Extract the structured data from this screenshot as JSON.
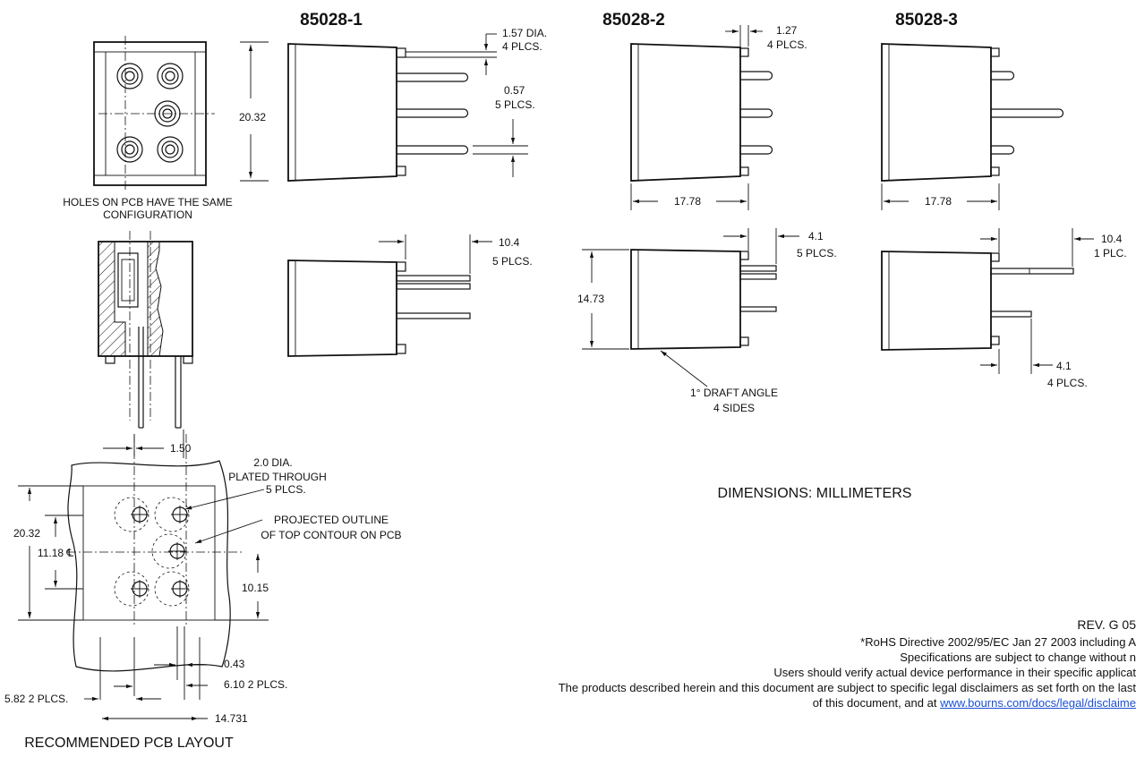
{
  "models": {
    "m1": "85028-1",
    "m2": "85028-2",
    "m3": "85028-3"
  },
  "dims": {
    "d_157": "1.57 DIA.",
    "d_157_plcs": "4 PLCS.",
    "d_127": "1.27",
    "d_127_plcs": "4 PLCS.",
    "d_057": "0.57",
    "d_057_plcs": "5 PLCS.",
    "d_2032": "20.32",
    "d_1778_a": "17.78",
    "d_1778_b": "17.78",
    "d_41_a": "4.1",
    "d_41_a_plcs": "5 PLCS.",
    "d_104_a": "10.4",
    "d_104_a_plcs": "5 PLCS.",
    "d_104_b": "10.4",
    "d_104_b_plcs": "1 PLC.",
    "d_1473": "14.73",
    "d_41_b": "4.1",
    "d_41_b_plcs": "4 PLCS.",
    "d_150": "1.50",
    "d_20dia": "2.0 DIA.",
    "d_plated": "PLATED THROUGH",
    "d_5plcs": "5 PLCS.",
    "d_2032_b": "20.32",
    "d_1118": "11.18 ℄",
    "d_1015": "10.15",
    "d_043": "0.43",
    "d_610": "6.10 2 PLCS.",
    "d_582": "5.82 2 PLCS.",
    "d_14731": "14.731"
  },
  "labels": {
    "holes_line1": "HOLES ON PCB HAVE THE SAME",
    "holes_line2": "CONFIGURATION",
    "draft_line1": "1° DRAFT ANGLE",
    "draft_line2": "4 SIDES",
    "projected_line1": "PROJECTED OUTLINE",
    "projected_line2": "OF TOP CONTOUR ON PCB",
    "dimensions": "DIMENSIONS: MILLIMETERS",
    "pcb_layout": "RECOMMENDED PCB LAYOUT"
  },
  "notes": {
    "rev": "REV. G 05",
    "line1": "*RoHS Directive 2002/95/EC Jan 27 2003 including A",
    "line2": "Specifications are subject to change without n",
    "line3": "Users should verify actual device performance in their specific applicat",
    "line4": "The products described herein and this document are subject to specific legal disclaimers as set forth on the last",
    "line5_prefix": "of this document, and at ",
    "link": "www.bourns.com/docs/legal/disclaime"
  }
}
